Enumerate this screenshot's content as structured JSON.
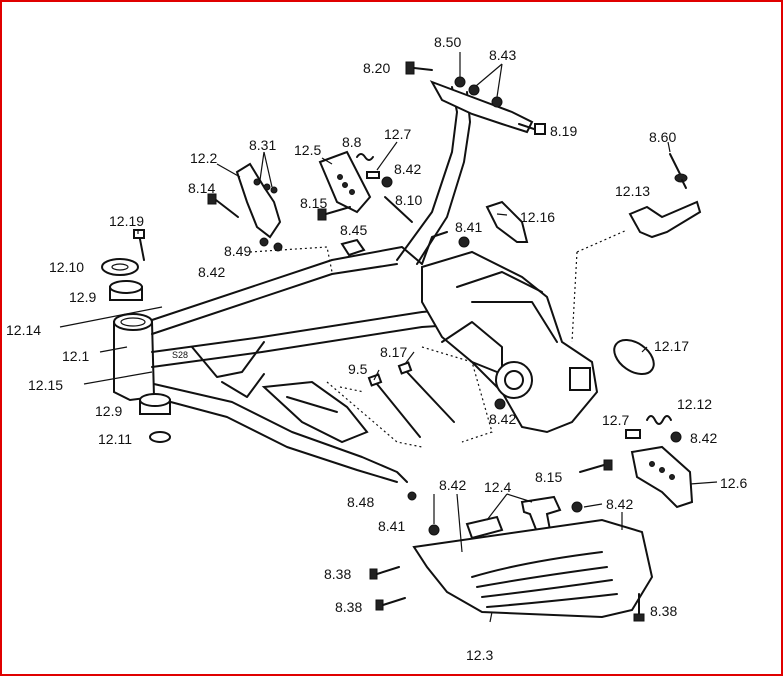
{
  "frame_border_color": "#e00000",
  "frame_stamp": "S28",
  "labels": [
    {
      "id": "l-8-50",
      "text": "8.50"
    },
    {
      "id": "l-8-43",
      "text": "8.43"
    },
    {
      "id": "l-8-20",
      "text": "8.20"
    },
    {
      "id": "l-8-19",
      "text": "8.19"
    },
    {
      "id": "l-8-60",
      "text": "8.60"
    },
    {
      "id": "l-12-13",
      "text": "12.13"
    },
    {
      "id": "l-12-2",
      "text": "12.2"
    },
    {
      "id": "l-8-31",
      "text": "8.31"
    },
    {
      "id": "l-12-5",
      "text": "12.5"
    },
    {
      "id": "l-8-8",
      "text": "8.8"
    },
    {
      "id": "l-12-7a",
      "text": "12.7"
    },
    {
      "id": "l-8-42a",
      "text": "8.42"
    },
    {
      "id": "l-8-14",
      "text": "8.14"
    },
    {
      "id": "l-8-15a",
      "text": "8.15"
    },
    {
      "id": "l-8-10",
      "text": "8.10"
    },
    {
      "id": "l-12-16",
      "text": "12.16"
    },
    {
      "id": "l-12-19",
      "text": "12.19"
    },
    {
      "id": "l-8-41a",
      "text": "8.41"
    },
    {
      "id": "l-8-45",
      "text": "8.45"
    },
    {
      "id": "l-8-49",
      "text": "8.49"
    },
    {
      "id": "l-8-42b",
      "text": "8.42"
    },
    {
      "id": "l-12-10",
      "text": "12.10"
    },
    {
      "id": "l-12-9a",
      "text": "12.9"
    },
    {
      "id": "l-12-14",
      "text": "12.14"
    },
    {
      "id": "l-12-1",
      "text": "12.1"
    },
    {
      "id": "l-12-17",
      "text": "12.17"
    },
    {
      "id": "l-8-17",
      "text": "8.17"
    },
    {
      "id": "l-9-5",
      "text": "9.5"
    },
    {
      "id": "l-12-15",
      "text": "12.15"
    },
    {
      "id": "l-8-42c",
      "text": "8.42"
    },
    {
      "id": "l-12-12",
      "text": "12.12"
    },
    {
      "id": "l-12-9b",
      "text": "12.9"
    },
    {
      "id": "l-12-7b",
      "text": "12.7"
    },
    {
      "id": "l-8-42d",
      "text": "8.42"
    },
    {
      "id": "l-12-11",
      "text": "12.11"
    },
    {
      "id": "l-8-15b",
      "text": "8.15"
    },
    {
      "id": "l-12-6",
      "text": "12.6"
    },
    {
      "id": "l-8-42e",
      "text": "8.42"
    },
    {
      "id": "l-12-4",
      "text": "12.4"
    },
    {
      "id": "l-8-48",
      "text": "8.48"
    },
    {
      "id": "l-8-42f",
      "text": "8.42"
    },
    {
      "id": "l-8-41b",
      "text": "8.41"
    },
    {
      "id": "l-8-38a",
      "text": "8.38"
    },
    {
      "id": "l-8-38b",
      "text": "8.38"
    },
    {
      "id": "l-8-38c",
      "text": "8.38"
    },
    {
      "id": "l-12-3",
      "text": "12.3"
    }
  ]
}
